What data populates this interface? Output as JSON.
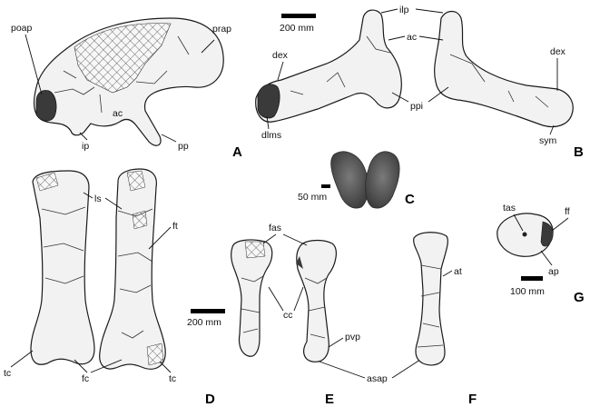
{
  "panels": {
    "A": {
      "letter": "A",
      "labels": {
        "poap": "poap",
        "prap": "prap",
        "ac": "ac",
        "ip": "ip",
        "pp": "pp"
      }
    },
    "B": {
      "letter": "B",
      "scale": "200 mm",
      "labels": {
        "ilp": "ilp",
        "ac": "ac",
        "dex_left": "dex",
        "dex_right": "dex",
        "ppi": "ppi",
        "dlms": "dlms",
        "sym": "sym"
      }
    },
    "C": {
      "letter": "C",
      "scale": "50 mm"
    },
    "D": {
      "letter": "D",
      "scale": "200 mm",
      "labels": {
        "ls": "ls",
        "ft": "ft",
        "tc_left": "tc",
        "fc": "fc",
        "tc_right": "tc"
      }
    },
    "E": {
      "letter": "E",
      "labels": {
        "fas": "fas",
        "cc": "cc",
        "pvp": "pvp",
        "asap": "asap"
      }
    },
    "F": {
      "letter": "F",
      "labels": {
        "at": "at"
      }
    },
    "G": {
      "letter": "G",
      "scale": "100 mm",
      "labels": {
        "tas": "tas",
        "ff": "ff",
        "ap": "ap"
      }
    }
  },
  "colors": {
    "bone_fill": "#f2f2f2",
    "outline": "#1a1a1a",
    "dark_fill": "#3a3a3a",
    "photo": "#555555"
  }
}
